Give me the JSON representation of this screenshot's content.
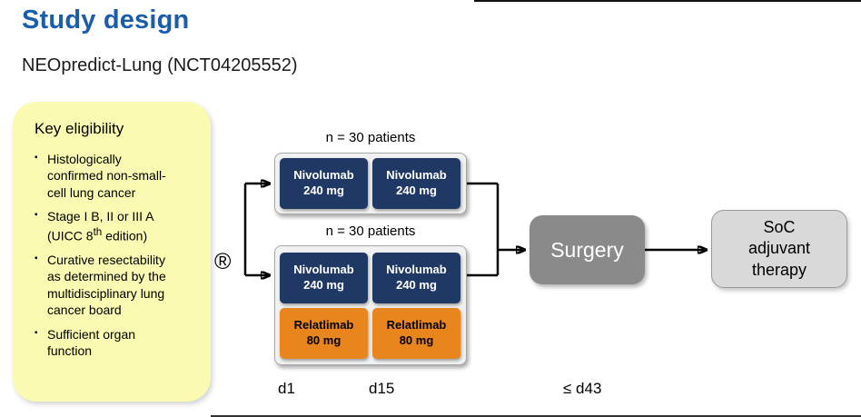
{
  "title": "Study design",
  "subtitle": "NEOpredict-Lung (NCT04205552)",
  "eligibility": {
    "heading": "Key eligibility",
    "item1": "Histologically confirmed non-small-cell lung cancer",
    "item2_prefix": "Stage I B, II or III A (UICC 8",
    "item2_sup": "th",
    "item2_suffix": " edition)",
    "item3": "Curative resectability as determined by the multidisciplinary lung cancer board",
    "item4": "Sufficient organ function"
  },
  "randomization": {
    "symbol": "®"
  },
  "arm1": {
    "n_label": "n = 30 patients",
    "box1": {
      "drug": "Nivolumab",
      "dose": "240 mg"
    },
    "box2": {
      "drug": "Nivolumab",
      "dose": "240 mg"
    }
  },
  "arm2": {
    "n_label": "n = 30 patients",
    "box1": {
      "drug": "Nivolumab",
      "dose": "240 mg"
    },
    "box2": {
      "drug": "Nivolumab",
      "dose": "240 mg"
    },
    "box3": {
      "drug": "Relatlimab",
      "dose": "80 mg"
    },
    "box4": {
      "drug": "Relatlimab",
      "dose": "80 mg"
    }
  },
  "surgery": {
    "label": "Surgery"
  },
  "soc": {
    "label": "SoC adjuvant therapy"
  },
  "timeline": {
    "d1": "d1",
    "d15": "d15",
    "d43": "≤ d43"
  },
  "colors": {
    "title_blue": "#1a5dab",
    "navy_box": "#203864",
    "orange_box": "#e8861d",
    "eligibility_yellow": "#fafab2",
    "surgery_gray": "#8a8a8a",
    "soc_gray": "#d9d9d9",
    "arrow_black": "#000000"
  }
}
